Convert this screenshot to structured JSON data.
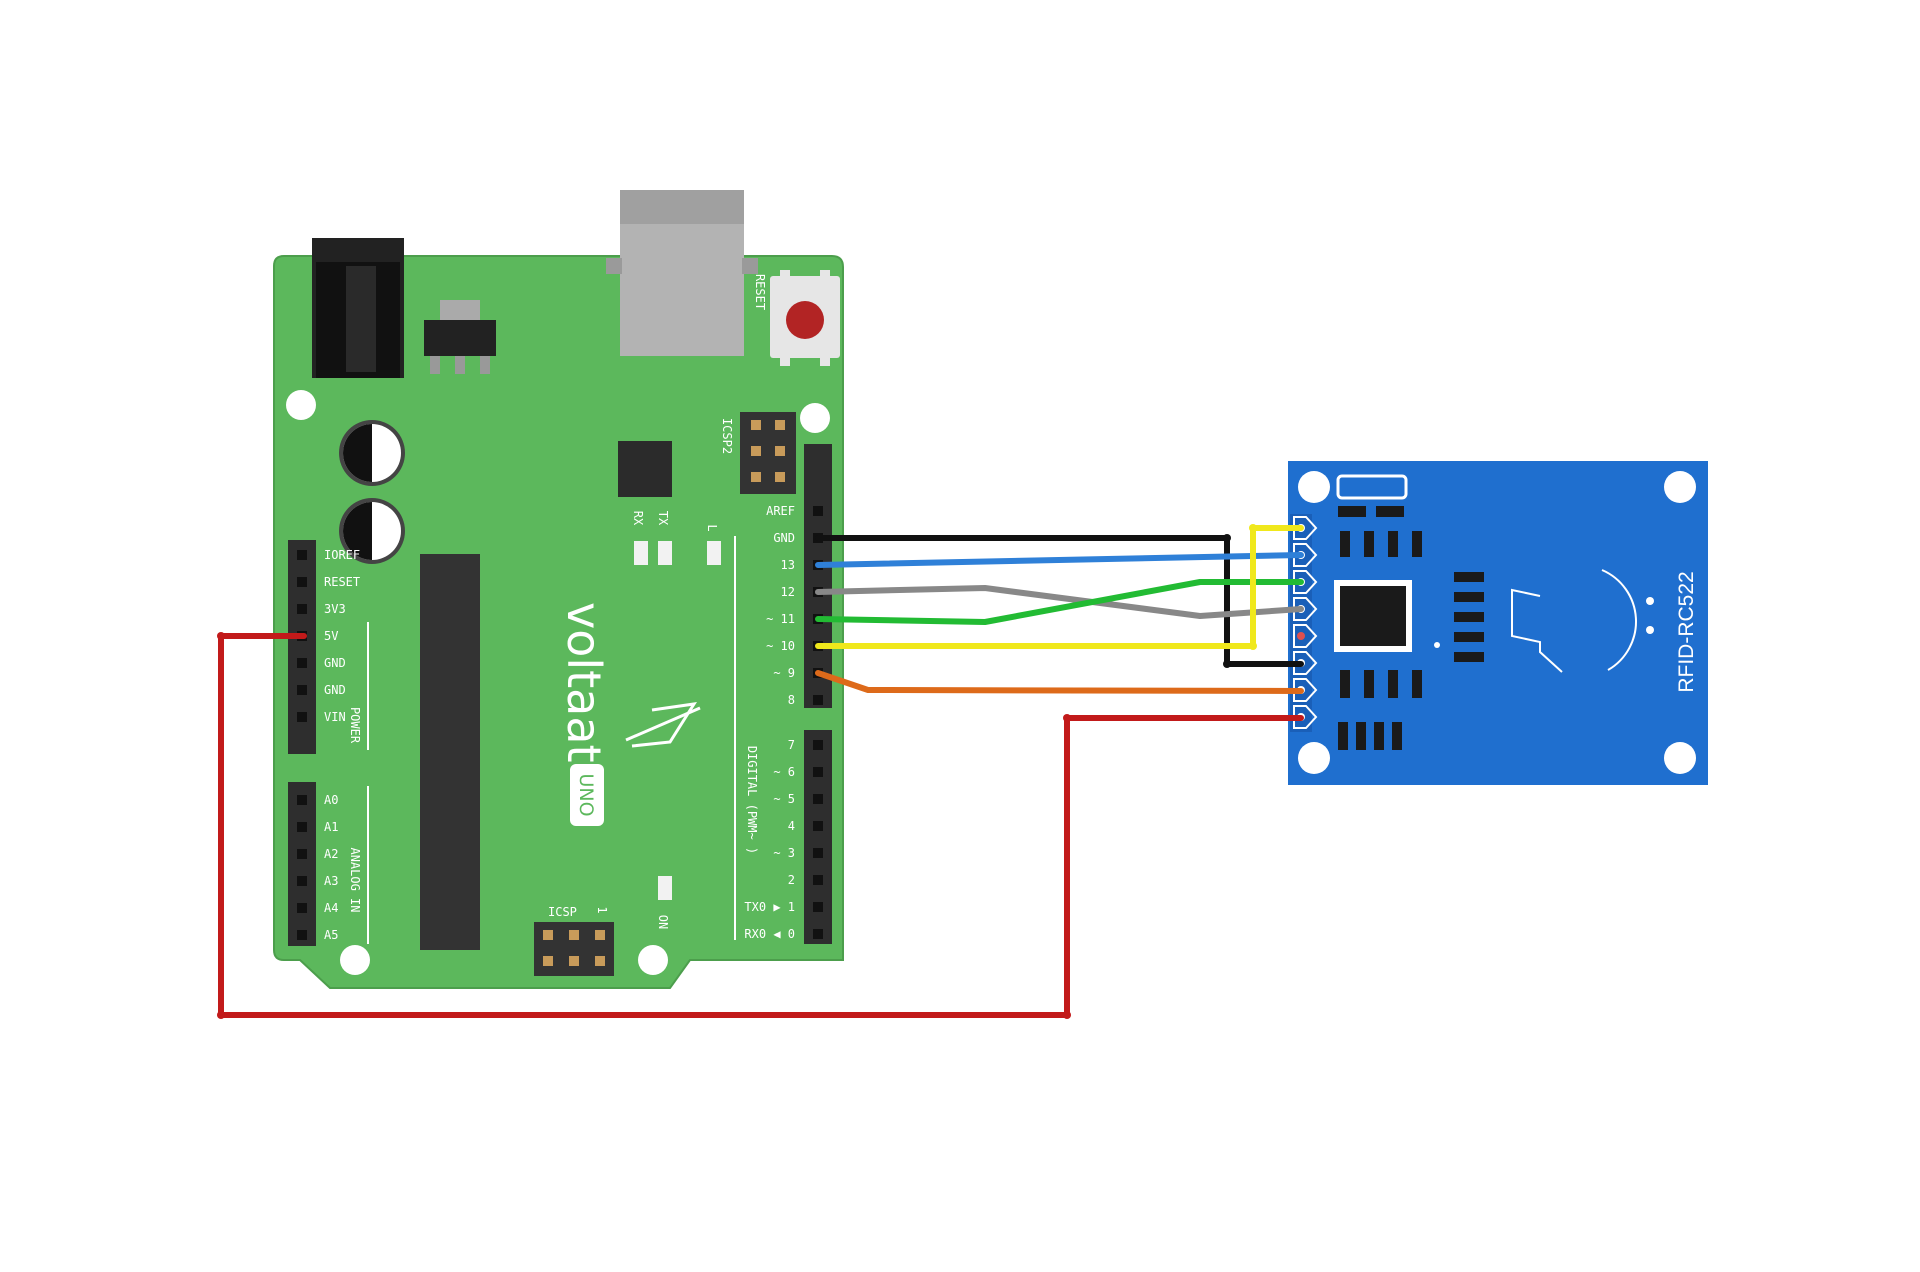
{
  "arduino": {
    "brand": "voltaat",
    "model": "UNO",
    "reset": "RESET",
    "icsp2": "ICSP2",
    "icsp": "ICSP",
    "icsp_pin": "1",
    "leds": {
      "rx": "RX",
      "tx": "TX",
      "l": "L",
      "on": "ON"
    },
    "power_group": "POWER",
    "analog_group": "ANALOG IN",
    "digital_group": "DIGITAL (PWM~ )",
    "power_pins": [
      "IOREF",
      "RESET",
      "3V3",
      "5V",
      "GND",
      "GND",
      "VIN"
    ],
    "analog_pins": [
      "A0",
      "A1",
      "A2",
      "A3",
      "A4",
      "A5"
    ],
    "top_header_pins": [
      "AREF",
      "GND",
      "13",
      "12",
      "~ 11",
      "~ 10",
      "~ 9",
      "8"
    ],
    "bottom_header_pins": [
      "7",
      "~ 6",
      "~ 5",
      "4",
      "~ 3",
      "2",
      "TX0 ▶ 1",
      "RX0 ◀ 0"
    ]
  },
  "rfid": {
    "label": "RFID-RC522"
  },
  "colors": {
    "board": "#5cb85c",
    "module": "#1f6fcf",
    "gnd_wire": "#111111",
    "sck_wire": "#2f80d8",
    "miso_wire": "#888888",
    "mosi_wire": "#22bb33",
    "sda_wire": "#f0e81c",
    "rst_wire": "#dd6a1a",
    "vcc_wire": "#c21a1a"
  },
  "icons": [
    "barrel-jack-icon",
    "usb-b-connector-icon",
    "reset-button-icon",
    "capacitor-icon",
    "chip-icon",
    "voltaat-logo-icon",
    "antenna-coil-icon"
  ]
}
